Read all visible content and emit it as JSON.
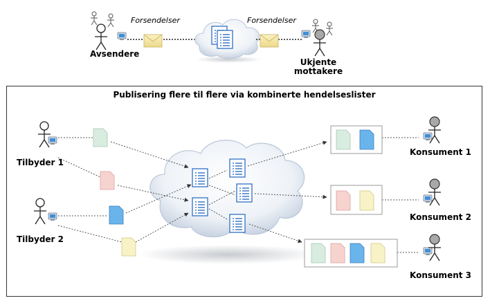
{
  "top": {
    "senders_label": "Avsendere",
    "left_flow_label": "Forsendelser",
    "right_flow_label": "Forsendelser",
    "receivers_label_line1": "Ukjente",
    "receivers_label_line2": "mottakere"
  },
  "panel": {
    "title": "Publisering flere til flere via kombinerte hendelseslister",
    "providers": [
      {
        "label": "Tilbyder 1"
      },
      {
        "label": "Tilbyder 2"
      }
    ],
    "consumers": [
      {
        "label": "Konsument 1"
      },
      {
        "label": "Konsument 2"
      },
      {
        "label": "Konsument 3"
      }
    ]
  },
  "colors": {
    "doc_green": "#d8ece0",
    "doc_red": "#f7d3d0",
    "doc_blue": "#6ab4ec",
    "doc_yellow": "#f8f3c6",
    "envelope": "#f6eab0",
    "list_blue": "#2f6fc4",
    "cloud_edge": "#b9c6d8"
  }
}
